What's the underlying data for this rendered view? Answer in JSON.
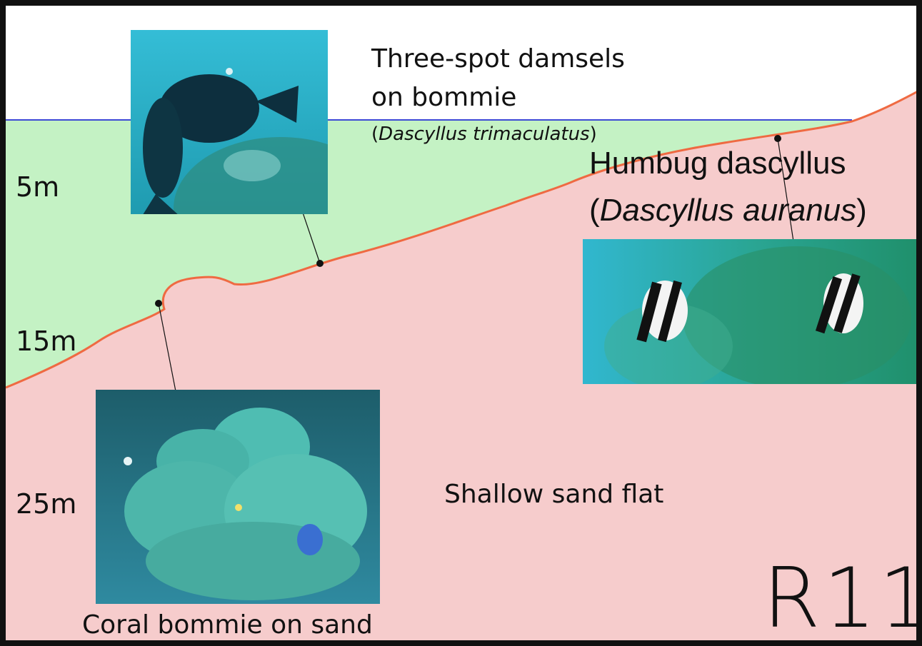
{
  "site_code": "R11",
  "colors": {
    "sky": "#ffffff",
    "water": "#c4f2c4",
    "substrate": "#f6cccc",
    "seabed_line": "#ef6a42",
    "surface_line": "#3d49d6",
    "pointer": "#111111"
  },
  "depth_markers": [
    "5m",
    "15m",
    "25m"
  ],
  "labels": {
    "three_spot": {
      "line1": "Three-spot damsels",
      "line2": "on bommie",
      "sci_prefix": "(",
      "sci_name": "Dascyllus trimaculatus",
      "sci_suffix": ")"
    },
    "humbug": {
      "line1": "Humbug dascyllus",
      "sci_prefix": "(",
      "sci_name": "Dascyllus auranus",
      "sci_suffix": ")"
    },
    "coral_bommie": "Coral bommie on sand",
    "sand_flat": "Shallow sand flat"
  },
  "photos": [
    {
      "name": "three-spot-damsels-photo",
      "subject": "three-spot damsels over coral"
    },
    {
      "name": "humbug-dascyllus-photo",
      "subject": "two humbug dascyllus fish"
    },
    {
      "name": "coral-bommie-photo",
      "subject": "coral bommie on sand"
    }
  ]
}
